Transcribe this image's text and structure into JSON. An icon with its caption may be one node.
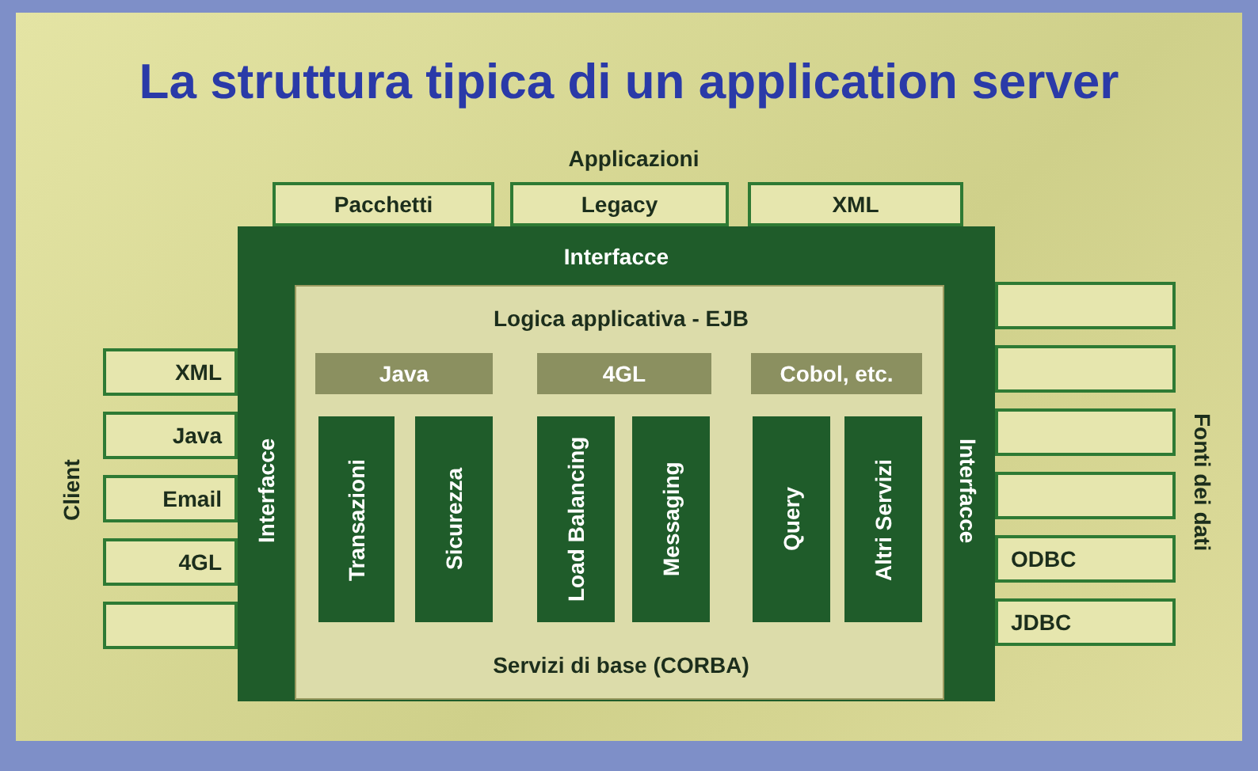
{
  "diagram": {
    "title": "La struttura tipica di un application server",
    "nodes": [
      {
        "text": [
          "Pacchetti"
        ]
      },
      {
        "text": [
          "Legacy"
        ]
      },
      {
        "text": [
          "XML"
        ]
      },
      {
        "text": [
          "Interfacce",
          "Interfacce",
          "Interfacce"
        ]
      },
      {
        "text": [
          "Logica applicativa - EJB",
          "Servizi di base (CORBA)"
        ],
        "in": 3
      },
      {
        "text": [
          "Java"
        ],
        "in": 4
      },
      {
        "text": [
          "4GL"
        ],
        "in": 4
      },
      {
        "text": [
          "Cobol, etc."
        ],
        "in": 4
      },
      {
        "text": [
          "Transazioni"
        ],
        "in": 4
      },
      {
        "text": [
          "Sicurezza"
        ],
        "in": 4
      },
      {
        "text": [
          "Load Balancing"
        ],
        "in": 4
      },
      {
        "text": [
          "Messaging"
        ],
        "in": 4
      },
      {
        "text": [
          "Query"
        ],
        "in": 4
      },
      {
        "text": [
          "Altri Servizi"
        ],
        "in": 4
      },
      {
        "text": [
          "XML"
        ]
      },
      {
        "text": [
          "Java"
        ]
      },
      {
        "text": [
          "Email"
        ]
      },
      {
        "text": [
          "4GL"
        ]
      },
      {
        "text": [],
        "shape": "box"
      },
      {
        "text": [],
        "shape": "box"
      },
      {
        "text": [],
        "shape": "box"
      },
      {
        "text": [],
        "shape": "box"
      },
      {
        "text": [],
        "shape": "box"
      },
      {
        "text": [
          "ODBC"
        ]
      },
      {
        "text": [
          "JDBC"
        ]
      }
    ],
    "edges": [],
    "labels": [
      "Applicazioni",
      "Client",
      "Fonti dei dati"
    ]
  }
}
